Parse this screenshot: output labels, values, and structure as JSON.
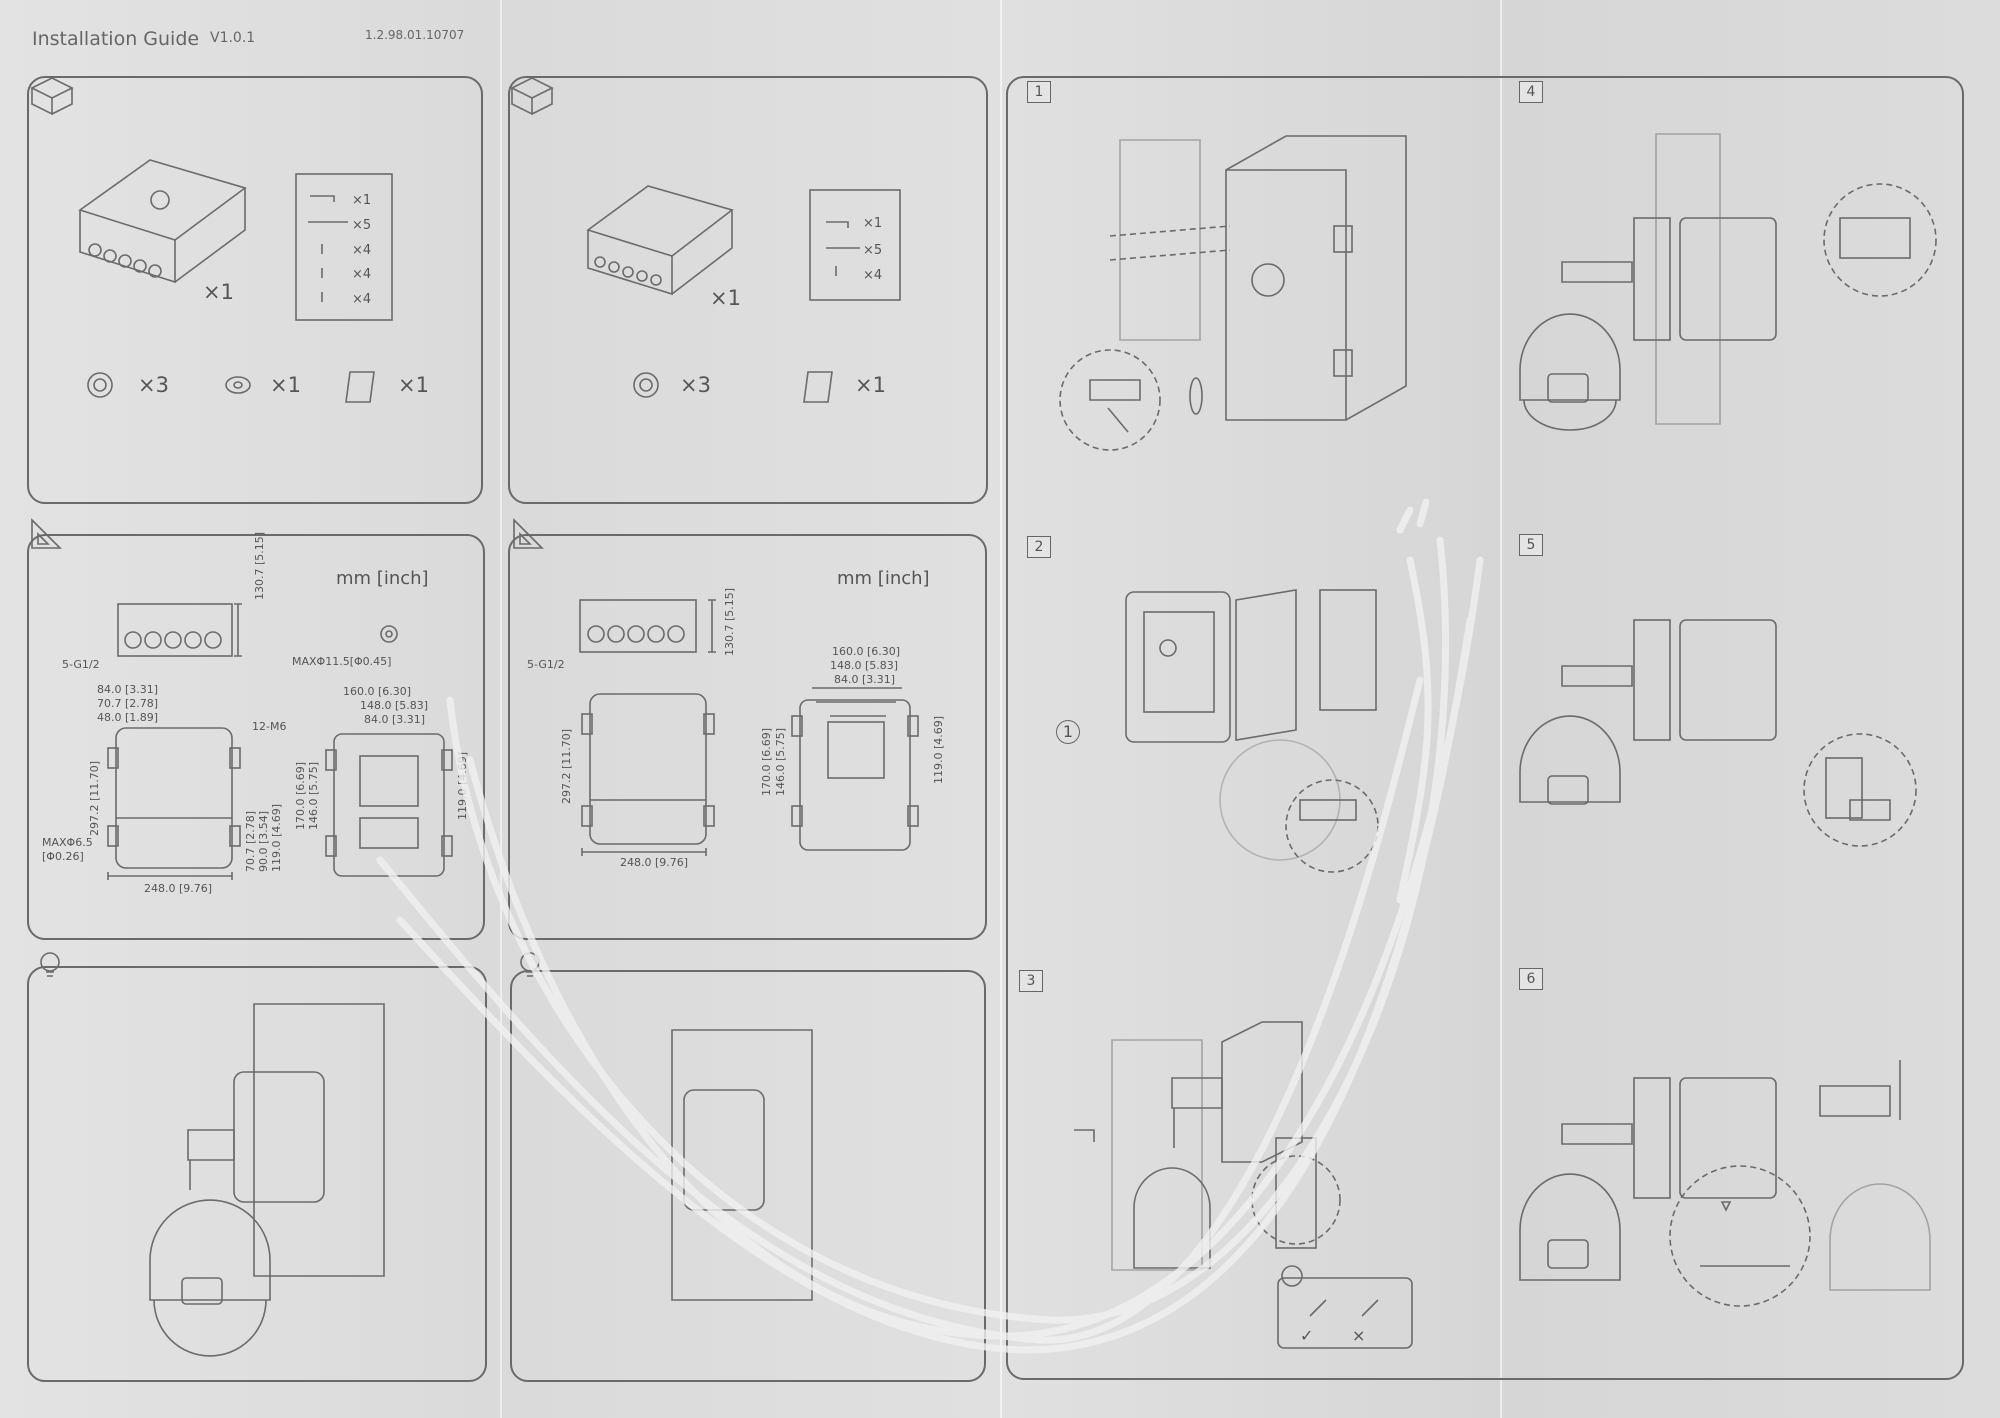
{
  "header": {
    "title": "Installation Guide",
    "version": "V1.0.1",
    "doc_code": "1.2.98.01.10707"
  },
  "packing_a": {
    "box_qty": "×1",
    "bag_items": [
      "×1",
      "×5",
      "×4",
      "×4",
      "×4"
    ],
    "gland_qty": "×3",
    "washer_qty": "×1",
    "manual_qty": "×1"
  },
  "packing_b": {
    "box_qty": "×1",
    "bag_items": [
      "×1",
      "×5",
      "×4"
    ],
    "gland_qty": "×3",
    "manual_qty": "×1"
  },
  "dims_a": {
    "unit": "mm [inch]",
    "side_label": "5-G1/2",
    "side_height": "130.7 [5.15]",
    "max_hole": "MAXΦ11.5[Φ0.45]",
    "top_dims": [
      "84.0 [3.31]",
      "70.7 [2.78]",
      "48.0 [1.89]"
    ],
    "screw": "12-M6",
    "left_height": "297.2 [11.70]",
    "max_small": "MAXΦ6.5",
    "max_small_in": "[Φ0.26]",
    "right_dims": [
      "70.7 [2.78]",
      "90.0 [3.54]",
      "119.0 [4.69]"
    ],
    "bottom_width": "248.0 [9.76]",
    "back_top": [
      "160.0 [6.30]",
      "148.0 [5.83]",
      "84.0 [3.31]"
    ],
    "back_left": [
      "170.0 [6.69]",
      "146.0 [5.75]"
    ],
    "back_right": "119.0 [4.69]"
  },
  "dims_b": {
    "unit": "mm [inch]",
    "side_label": "5-G1/2",
    "side_height": "130.7 [5.15]",
    "left_height": "297.2 [11.70]",
    "bottom_width": "248.0 [9.76]",
    "back_top": [
      "160.0 [6.30]",
      "148.0 [5.83]",
      "84.0 [3.31]"
    ],
    "back_left": [
      "170.0 [6.69]",
      "146.0 [5.75]"
    ],
    "back_right": "119.0 [4.69]"
  },
  "steps": [
    {
      "n": "1"
    },
    {
      "n": "2"
    },
    {
      "n": "3"
    },
    {
      "n": "4"
    },
    {
      "n": "5"
    },
    {
      "n": "6"
    }
  ],
  "step2_callout": "1",
  "tip_marks": [
    "✓",
    "×"
  ]
}
